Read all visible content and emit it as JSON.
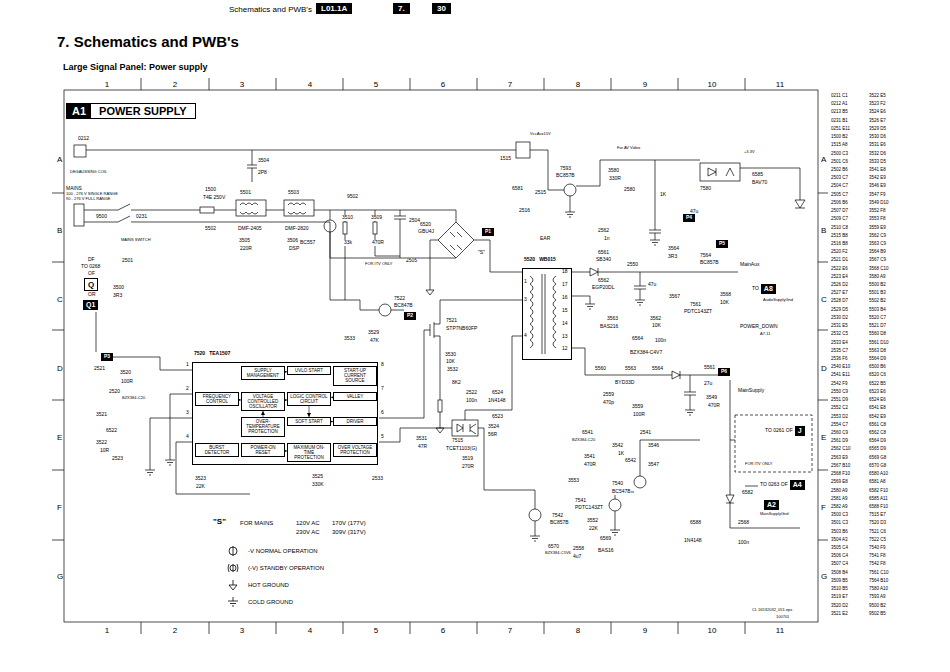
{
  "diagram": {
    "title": "7. Schematics and PWB's",
    "nodes": [
      {
        "text": [
          "A1",
          "POWER SUPPLY"
        ]
      },
      {
        "text": [
          "Q"
        ]
      },
      {
        "text": [
          "Q1"
        ]
      },
      {
        "text": [
          "P1"
        ]
      },
      {
        "text": [
          "P2"
        ]
      },
      {
        "text": [
          "P3"
        ]
      },
      {
        "text": [
          "P4"
        ]
      },
      {
        "text": [
          "P5"
        ]
      },
      {
        "text": [
          "P6"
        ]
      },
      {
        "text": [
          "7520",
          "TEA1507"
        ]
      },
      {
        "text": [
          "SUPPLY MANAGEMENT"
        ],
        "in": 9
      },
      {
        "text": [
          "UVLO START"
        ],
        "in": 9
      },
      {
        "text": [
          "START-UP CURRENT SOURCE"
        ],
        "in": 9
      },
      {
        "text": [
          "FREQUENCY CONTROL"
        ],
        "in": 9
      },
      {
        "text": [
          "VOLTAGE CONTROLLED OSCILLATOR"
        ],
        "in": 9
      },
      {
        "text": [
          "LOGIC CONTROL CIRCUIT"
        ],
        "in": 9
      },
      {
        "text": [
          "VALLEY"
        ],
        "in": 9
      },
      {
        "text": [
          "OVER-TEMPERATURE PROTECTION"
        ],
        "in": 9
      },
      {
        "text": [
          "SOFT START"
        ],
        "in": 9
      },
      {
        "text": [
          "DRIVER"
        ],
        "in": 9
      },
      {
        "text": [
          "BURST DETECTOR"
        ],
        "in": 9
      },
      {
        "text": [
          "POWER-ON RESET"
        ],
        "in": 9
      },
      {
        "text": [
          "MAXIMUM ON-TIME PROTECTION"
        ],
        "in": 9
      },
      {
        "text": [
          "OVER VOLTAGE PROTECTION"
        ],
        "in": 9
      },
      {
        "text": [
          "5520",
          "WB015"
        ]
      },
      {
        "text": [
          "TO",
          "A8"
        ]
      },
      {
        "text": [
          "TO 0261 OF",
          "J"
        ]
      },
      {
        "text": [
          "TO 0263 OF",
          "A4"
        ]
      },
      {
        "text": [
          "A2"
        ]
      }
    ],
    "edges": [
      {
        "from": 13,
        "to": 14,
        "arrow": "to"
      },
      {
        "from": 14,
        "to": 15,
        "arrow": "to"
      },
      {
        "from": 16,
        "to": 15,
        "arrow": "to"
      },
      {
        "from": 15,
        "to": 18,
        "arrow": "to"
      },
      {
        "from": 18,
        "to": 19,
        "arrow": "to"
      },
      {
        "from": 21,
        "to": 22,
        "arrow": "to"
      },
      {
        "from": 17,
        "to": 14,
        "arrow": "to"
      },
      {
        "from": 10,
        "to": 11,
        "arrow": "to"
      }
    ],
    "labels": [
      "Schematics and PWB's",
      "L01.1A",
      "7.",
      "30",
      "Large Signal Panel: Power supply",
      "1",
      "2",
      "3",
      "4",
      "5",
      "6",
      "7",
      "8",
      "9",
      "10",
      "11",
      "1",
      "2",
      "3",
      "4",
      "5",
      "6",
      "7",
      "8",
      "9",
      "10",
      "11",
      "A",
      "B",
      "C",
      "D",
      "E",
      "F",
      "G",
      "A",
      "B",
      "C",
      "D",
      "E",
      "F",
      "G",
      "0212",
      "DEGAUSSING COIL",
      "3504",
      "2P8",
      "VccAux15V",
      "For AV Video",
      "1515",
      "7593",
      "BC857B",
      "3580",
      "330R",
      "+3.3V",
      "1K",
      "7580",
      "6585",
      "BAV70",
      "2580",
      "47u",
      "6581",
      "MAINS",
      "100 - 276 V SINGLE RANGE",
      "90 - 276 V FULL RANGE",
      "9500",
      "0231",
      "MAINS SWITCH",
      "1500",
      "T4E 250V",
      "5502",
      "5501",
      "5503",
      "DMF-2405",
      "DMF-2820",
      "3505",
      "220R",
      "3506",
      "DSP",
      "DF",
      "TO 0268",
      "OF",
      "OR",
      "2501",
      "3500",
      "3R3",
      "9502",
      "3510",
      "33k",
      "BC557",
      "3509",
      "470R",
      "FOR ITV ONLY",
      "6520",
      "GBU4J",
      "2504",
      "2505",
      "\"S\"",
      "2515",
      "2516",
      "EAR",
      "18",
      "17",
      "16",
      "15",
      "14",
      "13",
      "12",
      "1",
      "3",
      "4",
      "2562",
      "1n",
      "6561",
      "SB340",
      "6562",
      "EGP20DL",
      "2550",
      "47u",
      "3564",
      "3R3",
      "7564",
      "BC857B",
      "MainAux",
      "AudioSupplyGnd",
      "3567",
      "7561",
      "PDTC143ZT",
      "3568",
      "10K",
      "POWER_DOWN",
      "A7-11",
      "3563",
      "BAS216",
      "3562",
      "10K",
      "6564",
      "100n",
      "BZX384-C4V7",
      "5560",
      "5563",
      "BYD33D",
      "5564",
      "2559",
      "470p",
      "3559",
      "100R",
      "5561",
      "27u",
      "3549",
      "470R",
      "MainSupply",
      "FOR ITV ONLY",
      "6582",
      "MainSupplyGnd",
      "6588",
      "1N4148",
      "2568",
      "100n",
      "6541",
      "BZX384-C20",
      "3541",
      "470R",
      "2541",
      "3542",
      "1K",
      "6542",
      "3546",
      "3547",
      "7540",
      "BC547B",
      "3553",
      "7541",
      "PDTC143ZT",
      "7542",
      "BC857B",
      "3552",
      "22K",
      "6570",
      "BZX384-C5V6",
      "6569",
      "BAS16",
      "2558",
      "4u7",
      "7515",
      "TCET1103(G)",
      "3519",
      "270R",
      "2522",
      "100n",
      "6524",
      "1N4148",
      "3524",
      "56R",
      "6523",
      "3532",
      "8K2",
      "3530",
      "10K",
      "7521",
      "STP7NB60FP",
      "7522",
      "BC847B",
      "3529",
      "47K",
      "3533",
      "3520",
      "100R",
      "2521",
      "2520",
      "BZX384-C20",
      "3521",
      "6522",
      "3522",
      "10R",
      "2523",
      "3523",
      "22K",
      "3525",
      "330K",
      "2533",
      "3531",
      "47R",
      "1",
      "2",
      "3",
      "4",
      "8",
      "7",
      "6",
      "5",
      "\"S\"",
      "FOR MAINS",
      "120V AC",
      "170V (177V)",
      "230V AC",
      "309V (317V)",
      "CL 16532032_051.eps",
      "100701",
      "0211 C1",
      "0212 A1",
      "0213 B5",
      "0231 B1",
      "0251 E11",
      "1500 B2",
      "1515 A8",
      "2500 C3",
      "2501 C6",
      "2502 B6",
      "2503 C7",
      "2504 C7",
      "2505 C7",
      "2506 B6",
      "2507 D7",
      "2509 C7",
      "2510 C8",
      "2515 B8",
      "2516 B8",
      "2520 F2",
      "2521 D1",
      "2522 E6",
      "2523 E4",
      "2526 D2",
      "2527 E7",
      "2528 D7",
      "2529 D5",
      "2530 D2",
      "2531 E5",
      "2532 C5",
      "2533 E4",
      "2535 C7",
      "2536 F6",
      "2540 E10",
      "2541 E11",
      "2542 F9",
      "2550 C9",
      "2551 D9",
      "2552 C2",
      "2553 D2",
      "2554 C7",
      "2560 C9",
      "2561 D9",
      "2562 C10",
      "2563 E9",
      "2567 B10",
      "2568 F10",
      "2569 E8",
      "2580 A9",
      "2581 A9",
      "2582 A9",
      "3500 C3",
      "3501 C3",
      "3503 B6",
      "3504 A3",
      "3505 C4",
      "3506 C4",
      "3507 C4",
      "3508 B4",
      "3509 B5",
      "3510 B5",
      "3519 E7",
      "3520 D2",
      "3521 E2",
      "3522 E5",
      "3523 F2",
      "3524 E6",
      "3526 E7",
      "3529 D5",
      "3530 D6",
      "3531 E6",
      "3532 D6",
      "3533 D5",
      "3541 E8",
      "3542 E9",
      "3546 E9",
      "3547 F9",
      "3549 D10",
      "3552 F8",
      "3553 F8",
      "3559 E9",
      "3562 C9",
      "3563 C9",
      "3564 B9",
      "3567 C9",
      "3568 C10",
      "3580 A9",
      "5500 B2",
      "5501 B3",
      "5502 B2",
      "5503 B4",
      "5520 C7",
      "5521 D7",
      "5560 D8",
      "5561 D10",
      "5563 D8",
      "5564 D9",
      "6500 B6",
      "6520 C6",
      "6522 B5",
      "6523 E6",
      "6524 E6",
      "6541 E8",
      "6542 E9",
      "6561 C8",
      "6562 C8",
      "6564 D9",
      "6565 D9",
      "6569 G8",
      "6570 G8",
      "6580 A10",
      "6581 A8",
      "6582 F10",
      "6585 A11",
      "6588 F10",
      "7515 E7",
      "7520 D3",
      "7521 C6",
      "7522 C5",
      "7540 F9",
      "7541 F8",
      "7542 F8",
      "7561 C10",
      "7564 B10",
      "7580 A10",
      "7593 A9",
      "9500 B2",
      "9502 B5"
    ],
    "legend": [
      {
        "text": "-V NORMAL OPERATION"
      },
      {
        "text": "(-V) STANDBY OPERATION"
      },
      {
        "text": "HOT GROUND"
      },
      {
        "text": "COLD GROUND"
      }
    ]
  }
}
